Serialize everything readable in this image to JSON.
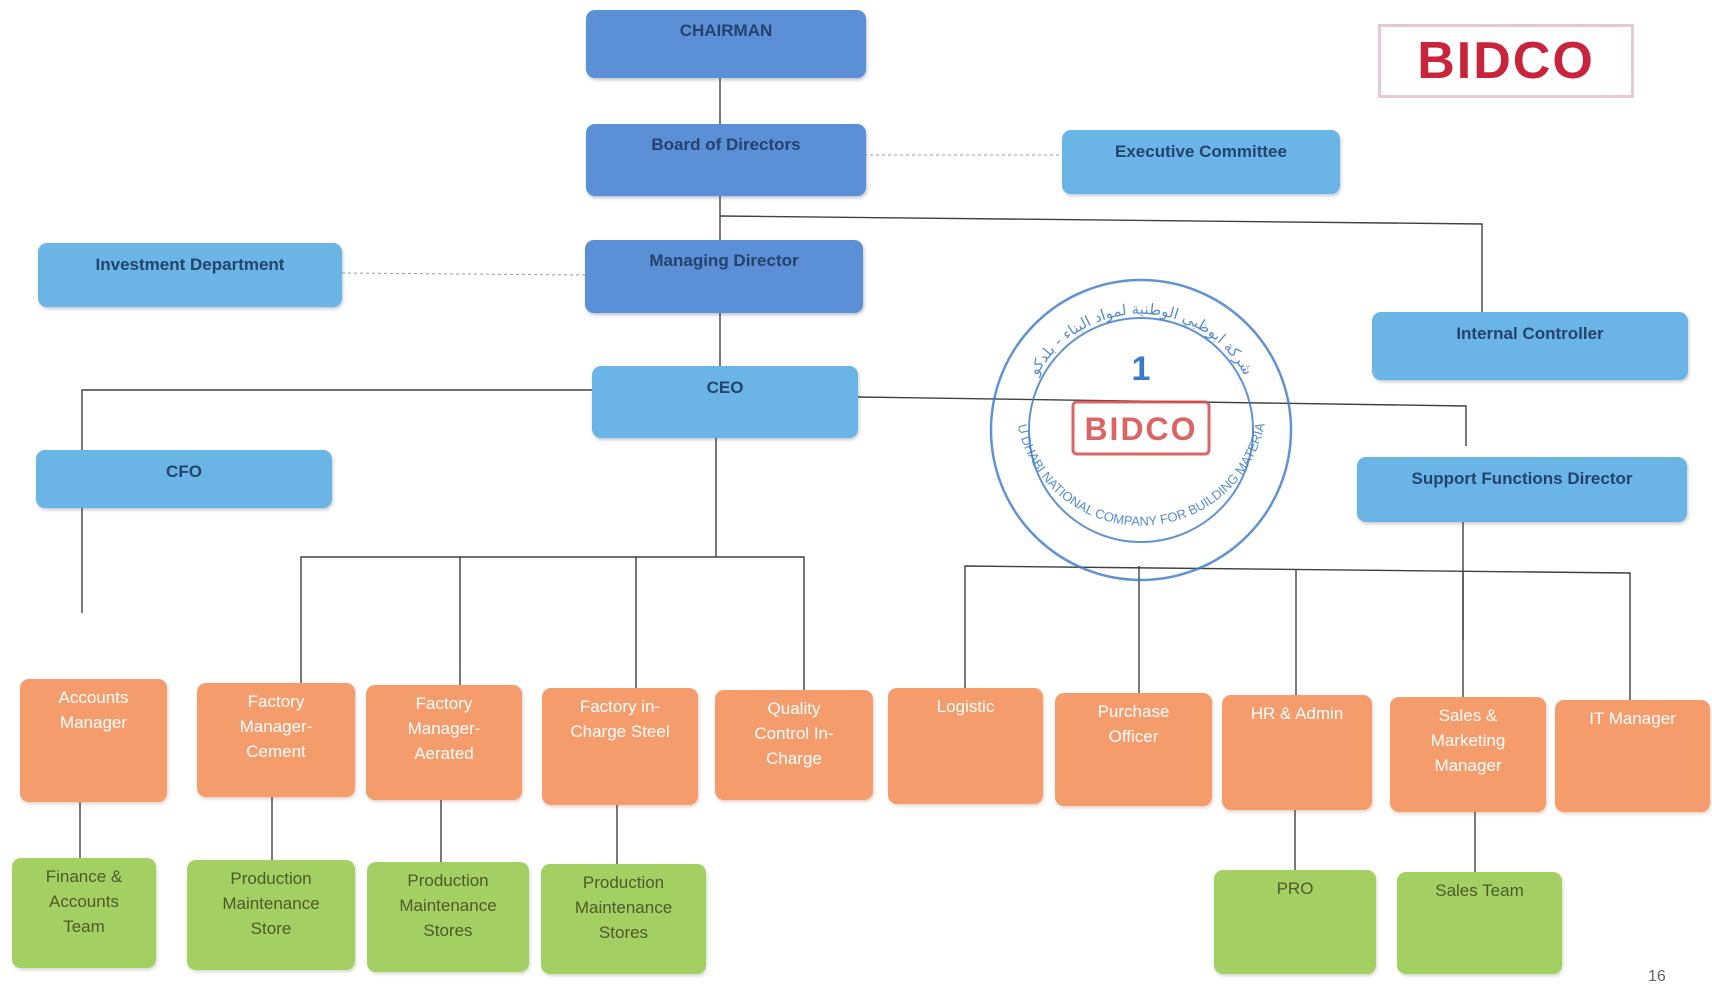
{
  "logo": {
    "text": "BIDCO"
  },
  "stamp": {
    "arabic_text": "شركة ابوظبي الوطنية لمواد البناء - بلدكو",
    "english_text": "ABU DHABI NATIONAL COMPANY FOR BUILDING MATERIALS",
    "number": "1",
    "logo_text": "BIDCO",
    "color": "#3a78c8",
    "logo_color": "#d84a4a"
  },
  "page_number": "16",
  "colors": {
    "executive": "#5b8fd6",
    "management": "#6bb4e6",
    "department": "#f59c6d",
    "team": "#a3cf63"
  },
  "org": {
    "chairman": "CHAIRMAN",
    "board": "Board of Directors",
    "executive_committee": "Executive Committee",
    "investment_department": "Investment Department",
    "managing_director": "Managing Director",
    "internal_controller": "Internal Controller",
    "ceo": "CEO",
    "cfo": "CFO",
    "support_functions_director": "Support Functions Director",
    "departments": [
      "Accounts\nManager",
      "Factory\nManager-\nCement",
      "Factory\nManager-\nAerated",
      "Factory in-\nCharge Steel",
      "Quality\nControl In-\nCharge",
      "Logistic",
      "Purchase\nOfficer",
      "HR & Admin",
      "Sales &\nMarketing\nManager",
      "IT Manager"
    ],
    "teams": [
      "Finance &\nAccounts\nTeam",
      "Production\nMaintenance\nStore",
      "Production\nMaintenance\nStores",
      "Production\nMaintenance\nStores",
      "PRO",
      "Sales Team"
    ]
  }
}
